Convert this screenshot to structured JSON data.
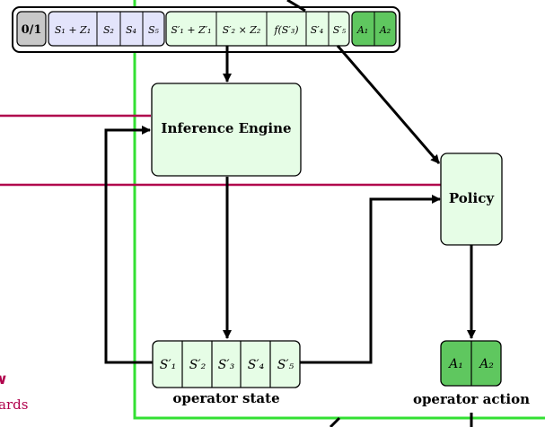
{
  "colors": {
    "frame_green": "#33e033",
    "crimson": "#b0004c",
    "light_green": "#e6fde6",
    "action_green": "#5fc75f",
    "lavender": "#e3e4fb",
    "gray": "#c8c8c8"
  },
  "top_bar": {
    "flag": "0/1",
    "sensor_cells": [
      "S₁ + Z₁",
      "S₂",
      "S₄",
      "S₅"
    ],
    "feature_cells": [
      "S′₁ + Z′₁",
      "S′₂ × Z₂",
      "f(S′₃)",
      "S′₄",
      "S′₅"
    ],
    "action_cells": [
      "A₁",
      "A₂"
    ]
  },
  "nodes": {
    "inference_engine": "Inference Engine",
    "policy": "Policy"
  },
  "operator_state": {
    "cells": [
      "S′₁",
      "S′₂",
      "S′₃",
      "S′₄",
      "S′₅"
    ],
    "caption": "operator state"
  },
  "operator_action": {
    "cells": [
      "A₁",
      "A₂"
    ],
    "caption": "operator action"
  },
  "clipped_left_text": "ards"
}
